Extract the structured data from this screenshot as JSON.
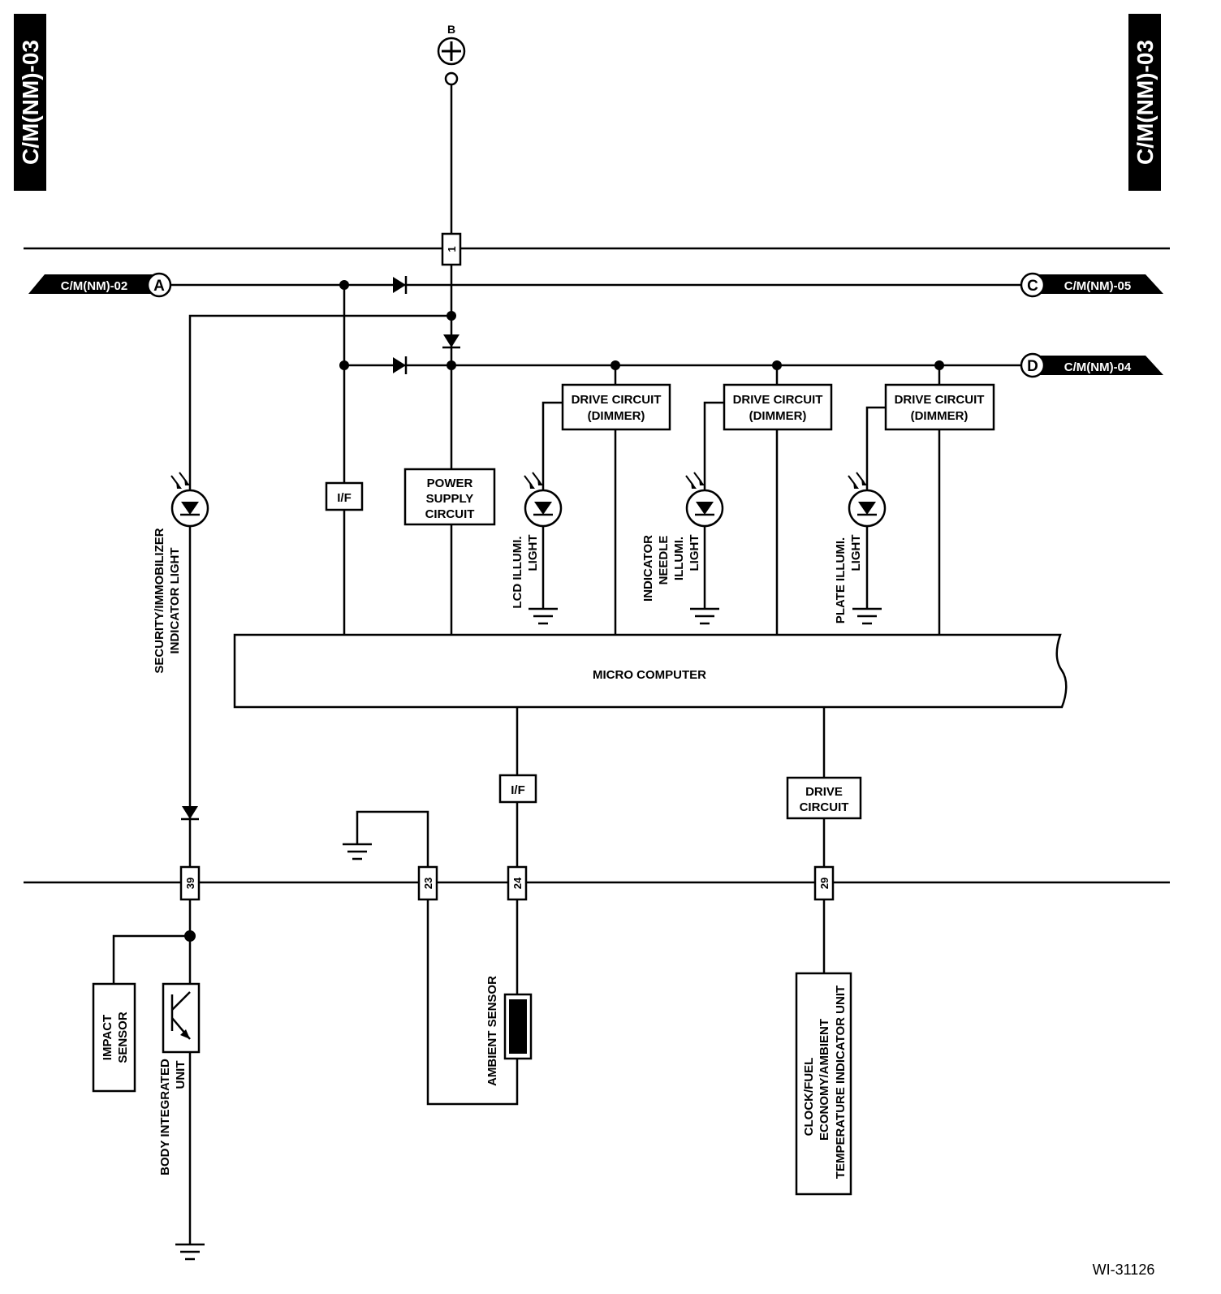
{
  "page_tags": {
    "left": "C/M(NM)-03",
    "right": "C/M(NM)-03"
  },
  "battery_label": "B",
  "connectors": {
    "a": {
      "letter": "A",
      "ref": "C/M(NM)-02"
    },
    "c": {
      "letter": "C",
      "ref": "C/M(NM)-05"
    },
    "d": {
      "letter": "D",
      "ref": "C/M(NM)-04"
    }
  },
  "pins": {
    "p1": "1",
    "p39": "39",
    "p23": "23",
    "p24": "24",
    "p29": "29"
  },
  "blocks": {
    "if_upper": "I/F",
    "power_supply": [
      "POWER",
      "SUPPLY",
      "CIRCUIT"
    ],
    "drive_dimmer": [
      "DRIVE CIRCUIT",
      "(DIMMER)"
    ],
    "micro_computer": "MICRO COMPUTER",
    "if_lower": "I/F",
    "drive_circuit": [
      "DRIVE",
      "CIRCUIT"
    ]
  },
  "lights": {
    "security": [
      "SECURITY/IMMOBILIZER",
      "INDICATOR LIGHT"
    ],
    "lcd": [
      "LCD ILLUMI.",
      "LIGHT"
    ],
    "needle": [
      "INDICATOR",
      "NEEDLE",
      "ILLUMI.",
      "LIGHT"
    ],
    "plate": [
      "PLATE ILLUMI.",
      "LIGHT"
    ]
  },
  "components": {
    "impact_sensor": [
      "IMPACT",
      "SENSOR"
    ],
    "body_unit": [
      "BODY INTEGRATED",
      "UNIT"
    ],
    "ambient_sensor": "AMBIENT SENSOR",
    "indicator_unit": [
      "CLOCK/FUEL",
      "ECONOMY/AMBIENT",
      "TEMPERATURE INDICATOR UNIT"
    ]
  },
  "figure_id": "WI-31126"
}
